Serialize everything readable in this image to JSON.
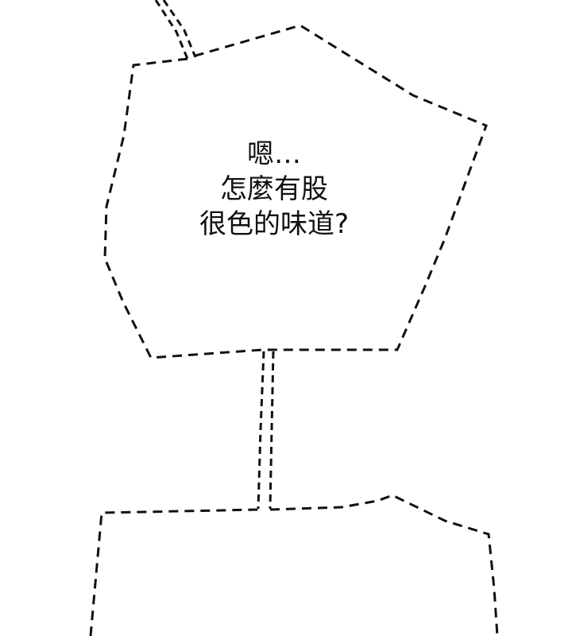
{
  "panel": {
    "background": "#ffffff",
    "stroke_color": "#111111",
    "speech_bubble_1": {
      "lines": [
        "嗯…",
        "怎麼有股",
        "很色的味道?"
      ]
    }
  }
}
